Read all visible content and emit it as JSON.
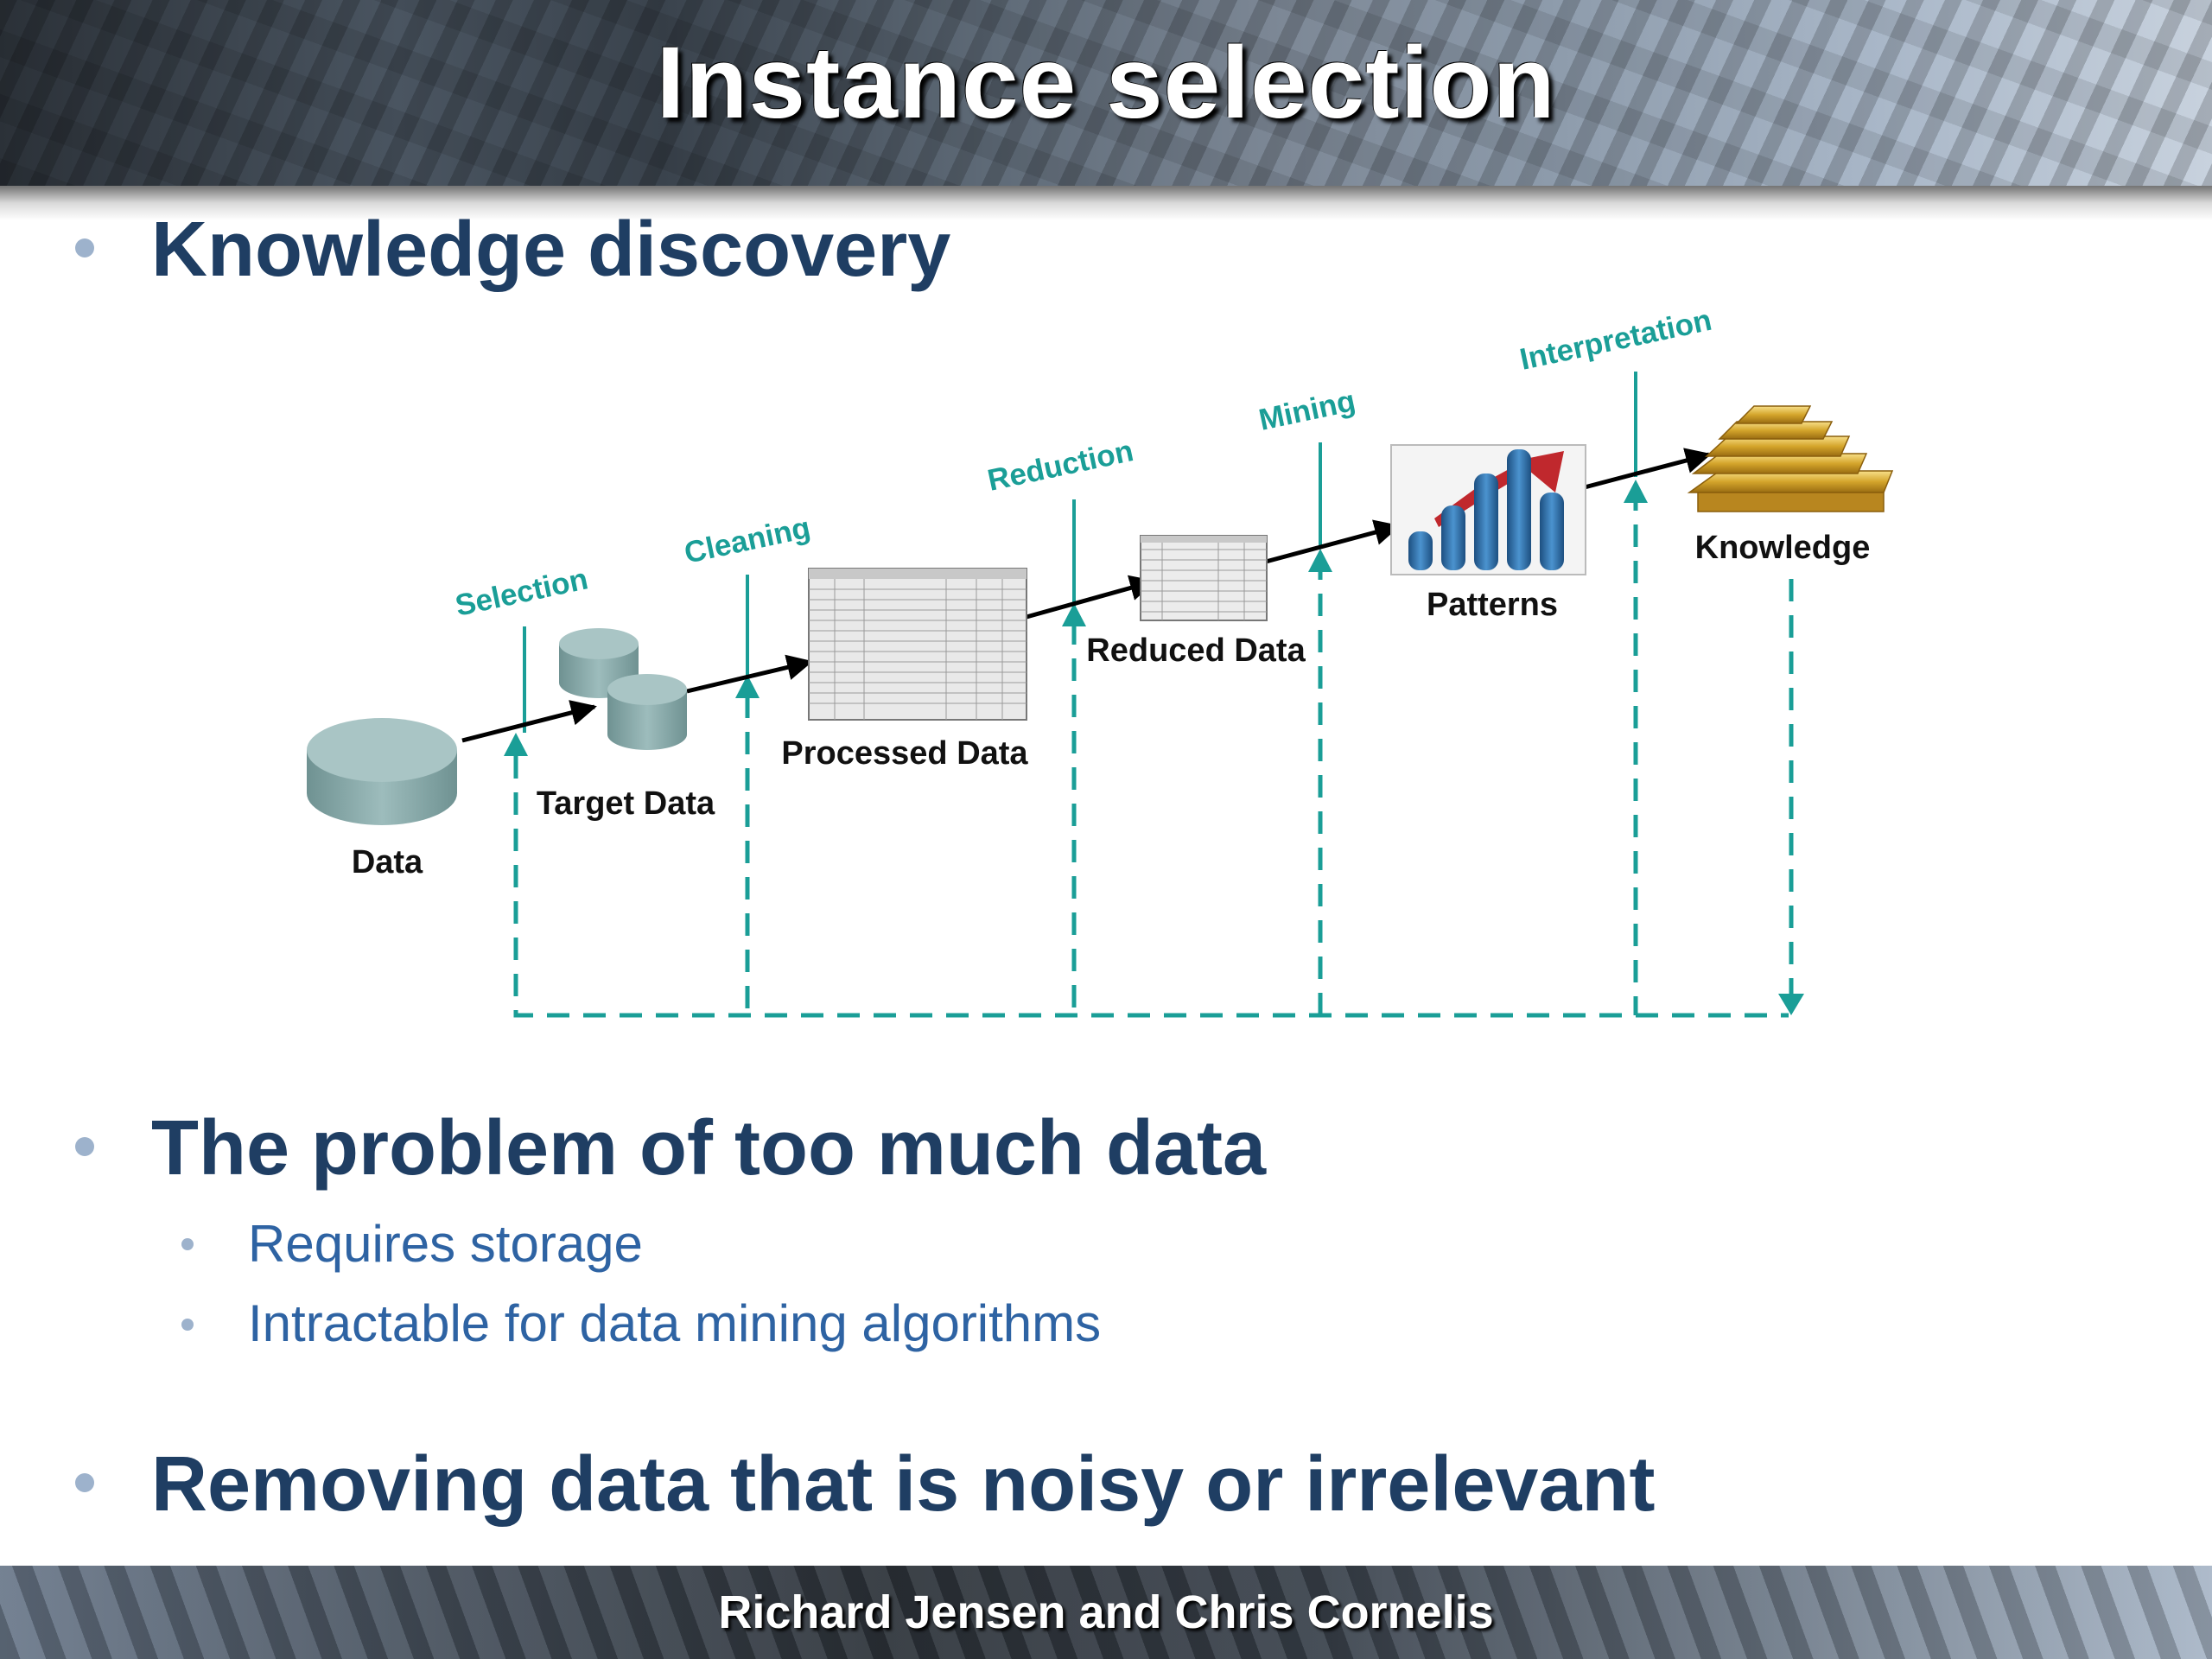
{
  "slide": {
    "title": "Instance selection",
    "footer": "Richard Jensen and Chris Cornelis"
  },
  "bullets": [
    {
      "text": "Knowledge discovery",
      "subitems": []
    },
    {
      "text": "The problem of too much data",
      "subitems": [
        "Requires storage",
        "Intractable for data mining algorithms"
      ]
    },
    {
      "text": "Removing data that is noisy or irrelevant",
      "subitems": []
    }
  ],
  "diagram": {
    "nodes": {
      "data": "Data",
      "target_data": "Target Data",
      "processed_data": "Processed Data",
      "reduced_data": "Reduced Data",
      "patterns": "Patterns",
      "knowledge": "Knowledge"
    },
    "steps": {
      "selection": "Selection",
      "cleaning": "Cleaning",
      "reduction": "Reduction",
      "mining": "Mining",
      "interpretation": "Interpretation"
    },
    "colors": {
      "step": "#1a9e97",
      "cylinder": "#8fb1b1",
      "bars": "#2f6fa8",
      "trend": "#c0282d",
      "gold": "#d4a52b"
    }
  }
}
